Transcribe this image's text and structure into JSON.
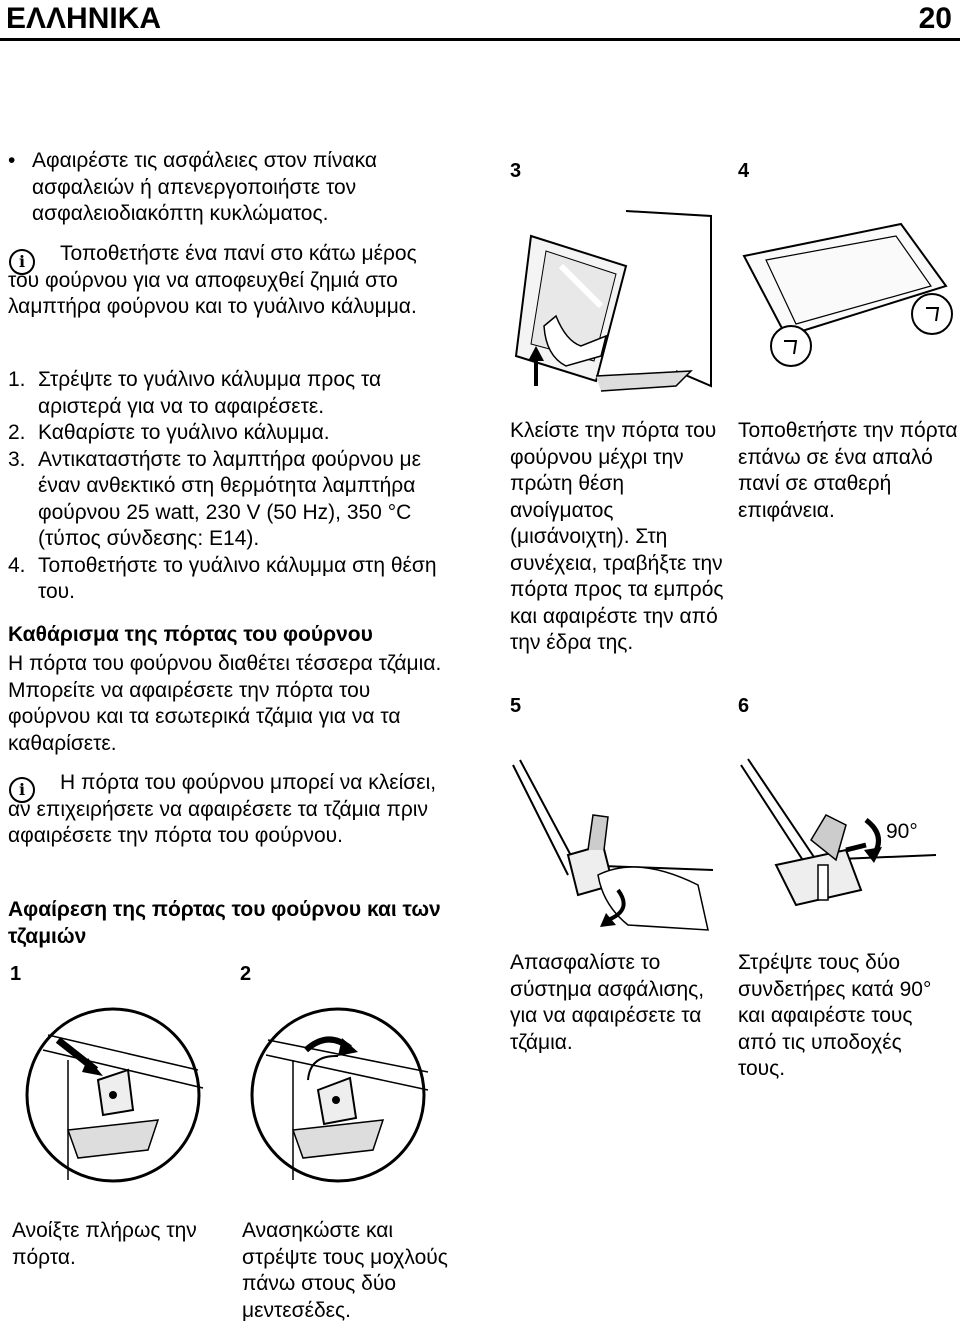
{
  "header": {
    "title": "ΕΛΛΗΝΙΚΑ",
    "page_number": "20"
  },
  "left": {
    "bullet": "Αφαιρέστε τις ασφάλειες στον πίνακα ασφαλειών ή απενεργοποιήστε τον ασφαλειοδιακόπτη κυκλώματος.",
    "note1": "Τοποθετήστε ένα πανί στο κάτω μέρος του φούρνου για να αποφευχθεί ζημιά στο λαμπτήρα φούρνου και το γυάλινο κάλυμμα.",
    "steps": [
      {
        "n": "1.",
        "text": "Στρέψτε το γυάλινο κάλυμμα προς τα αριστερά για να το αφαιρέσετε."
      },
      {
        "n": "2.",
        "text": "Καθαρίστε το γυάλινο κάλυμμα."
      },
      {
        "n": "3.",
        "text": "Αντικαταστήστε το λαμπτήρα φούρνου με έναν ανθεκτικό στη θερμότητα λαμπτήρα φούρνου 25 watt, 230 V (50 Hz), 350 °C (τύπος σύνδεσης: E14)."
      },
      {
        "n": "4.",
        "text": "Τοποθετήστε το γυάλινο κάλυμμα στη θέση του."
      }
    ],
    "heading1": "Καθάρισμα της πόρτας του φούρνου",
    "para1": "Η πόρτα του φούρνου διαθέτει τέσσερα τζάμια. Μπορείτε να αφαιρέσετε την πόρτα του φούρνου και τα εσωτερικά τζάμια για να τα καθαρίσετε.",
    "note2": "Η πόρτα του φούρνου μπορεί να κλείσει, αν επιχειρήσετε να αφαιρέσετε τα τζάμια πριν αφαιρέσετε την πόρτα του φούρνου.",
    "heading2": "Αφαίρεση της πόρτας του φούρνου και των τζαμιών"
  },
  "figures": [
    {
      "n": "1",
      "caption": "Ανοίξτε πλήρως την πόρτα."
    },
    {
      "n": "2",
      "caption": "Ανασηκώστε και στρέψτε τους μοχλούς πάνω στους δύο μεντεσέδες."
    },
    {
      "n": "3",
      "caption": "Κλείστε την πόρτα του φούρνου μέχρι την πρώτη θέση ανοίγματος (μισάνοιχτη). Στη συνέχεια, τραβήξτε την πόρτα προς τα εμπρός και αφαιρέστε την από την έδρα της."
    },
    {
      "n": "4",
      "caption": "Τοποθετήστε την πόρτα επάνω σε ένα απαλό πανί σε σταθερή επιφάνεια."
    },
    {
      "n": "5",
      "caption": "Απασφαλίστε το σύστημα ασφάλισης, για να αφαιρέσετε τα τζάμια."
    },
    {
      "n": "6",
      "caption": "Στρέψτε τους δύο συνδετήρες κατά 90° και αφαιρέστε τους από τις υποδοχές τους.",
      "angle_label": "90°"
    }
  ],
  "icons": {
    "info": "info-icon",
    "info_glyph": "i"
  }
}
